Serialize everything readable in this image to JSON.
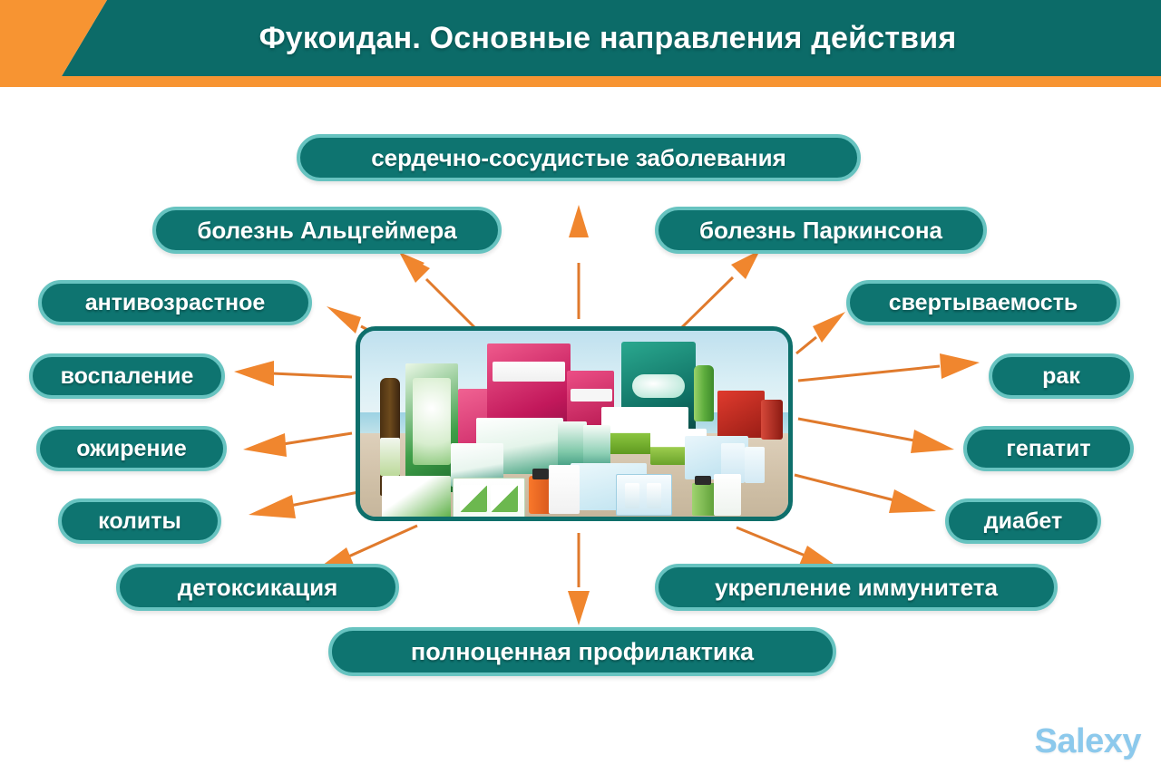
{
  "header": {
    "title": "Фукоидан. Основные направления действия",
    "teal_color": "#0C6B68",
    "accent_color": "#F79432"
  },
  "theme": {
    "pill_fill": "#0E7470",
    "pill_border": "#67C3C0",
    "arrow_color": "#F0862E",
    "text_color": "#FFFFFF",
    "background": "#FFFFFF"
  },
  "center": {
    "name": "fukoidan-product-lineup-photo",
    "alt": "Фотография ассортимента продукции Фукоидан на фоне пляжа"
  },
  "pills": [
    {
      "id": "cardiovascular",
      "label": "сердечно-сосудистые заболевания"
    },
    {
      "id": "alzheimer",
      "label": "болезнь Альцгеймера"
    },
    {
      "id": "parkinson",
      "label": "болезнь Паркинсона"
    },
    {
      "id": "anti-aging",
      "label": "антивозрастное"
    },
    {
      "id": "coagulation",
      "label": "свертываемость"
    },
    {
      "id": "inflammation",
      "label": "воспаление"
    },
    {
      "id": "cancer",
      "label": "рак"
    },
    {
      "id": "obesity",
      "label": "ожирение"
    },
    {
      "id": "hepatitis",
      "label": "гепатит"
    },
    {
      "id": "colitis",
      "label": "колиты"
    },
    {
      "id": "diabetes",
      "label": "диабет"
    },
    {
      "id": "detox",
      "label": "детоксикация"
    },
    {
      "id": "immunity",
      "label": "укрепление иммунитета"
    },
    {
      "id": "prevention",
      "label": "полноценная профилактика"
    }
  ],
  "watermark": {
    "text": "Salexy",
    "color": "#8CC9EC"
  }
}
